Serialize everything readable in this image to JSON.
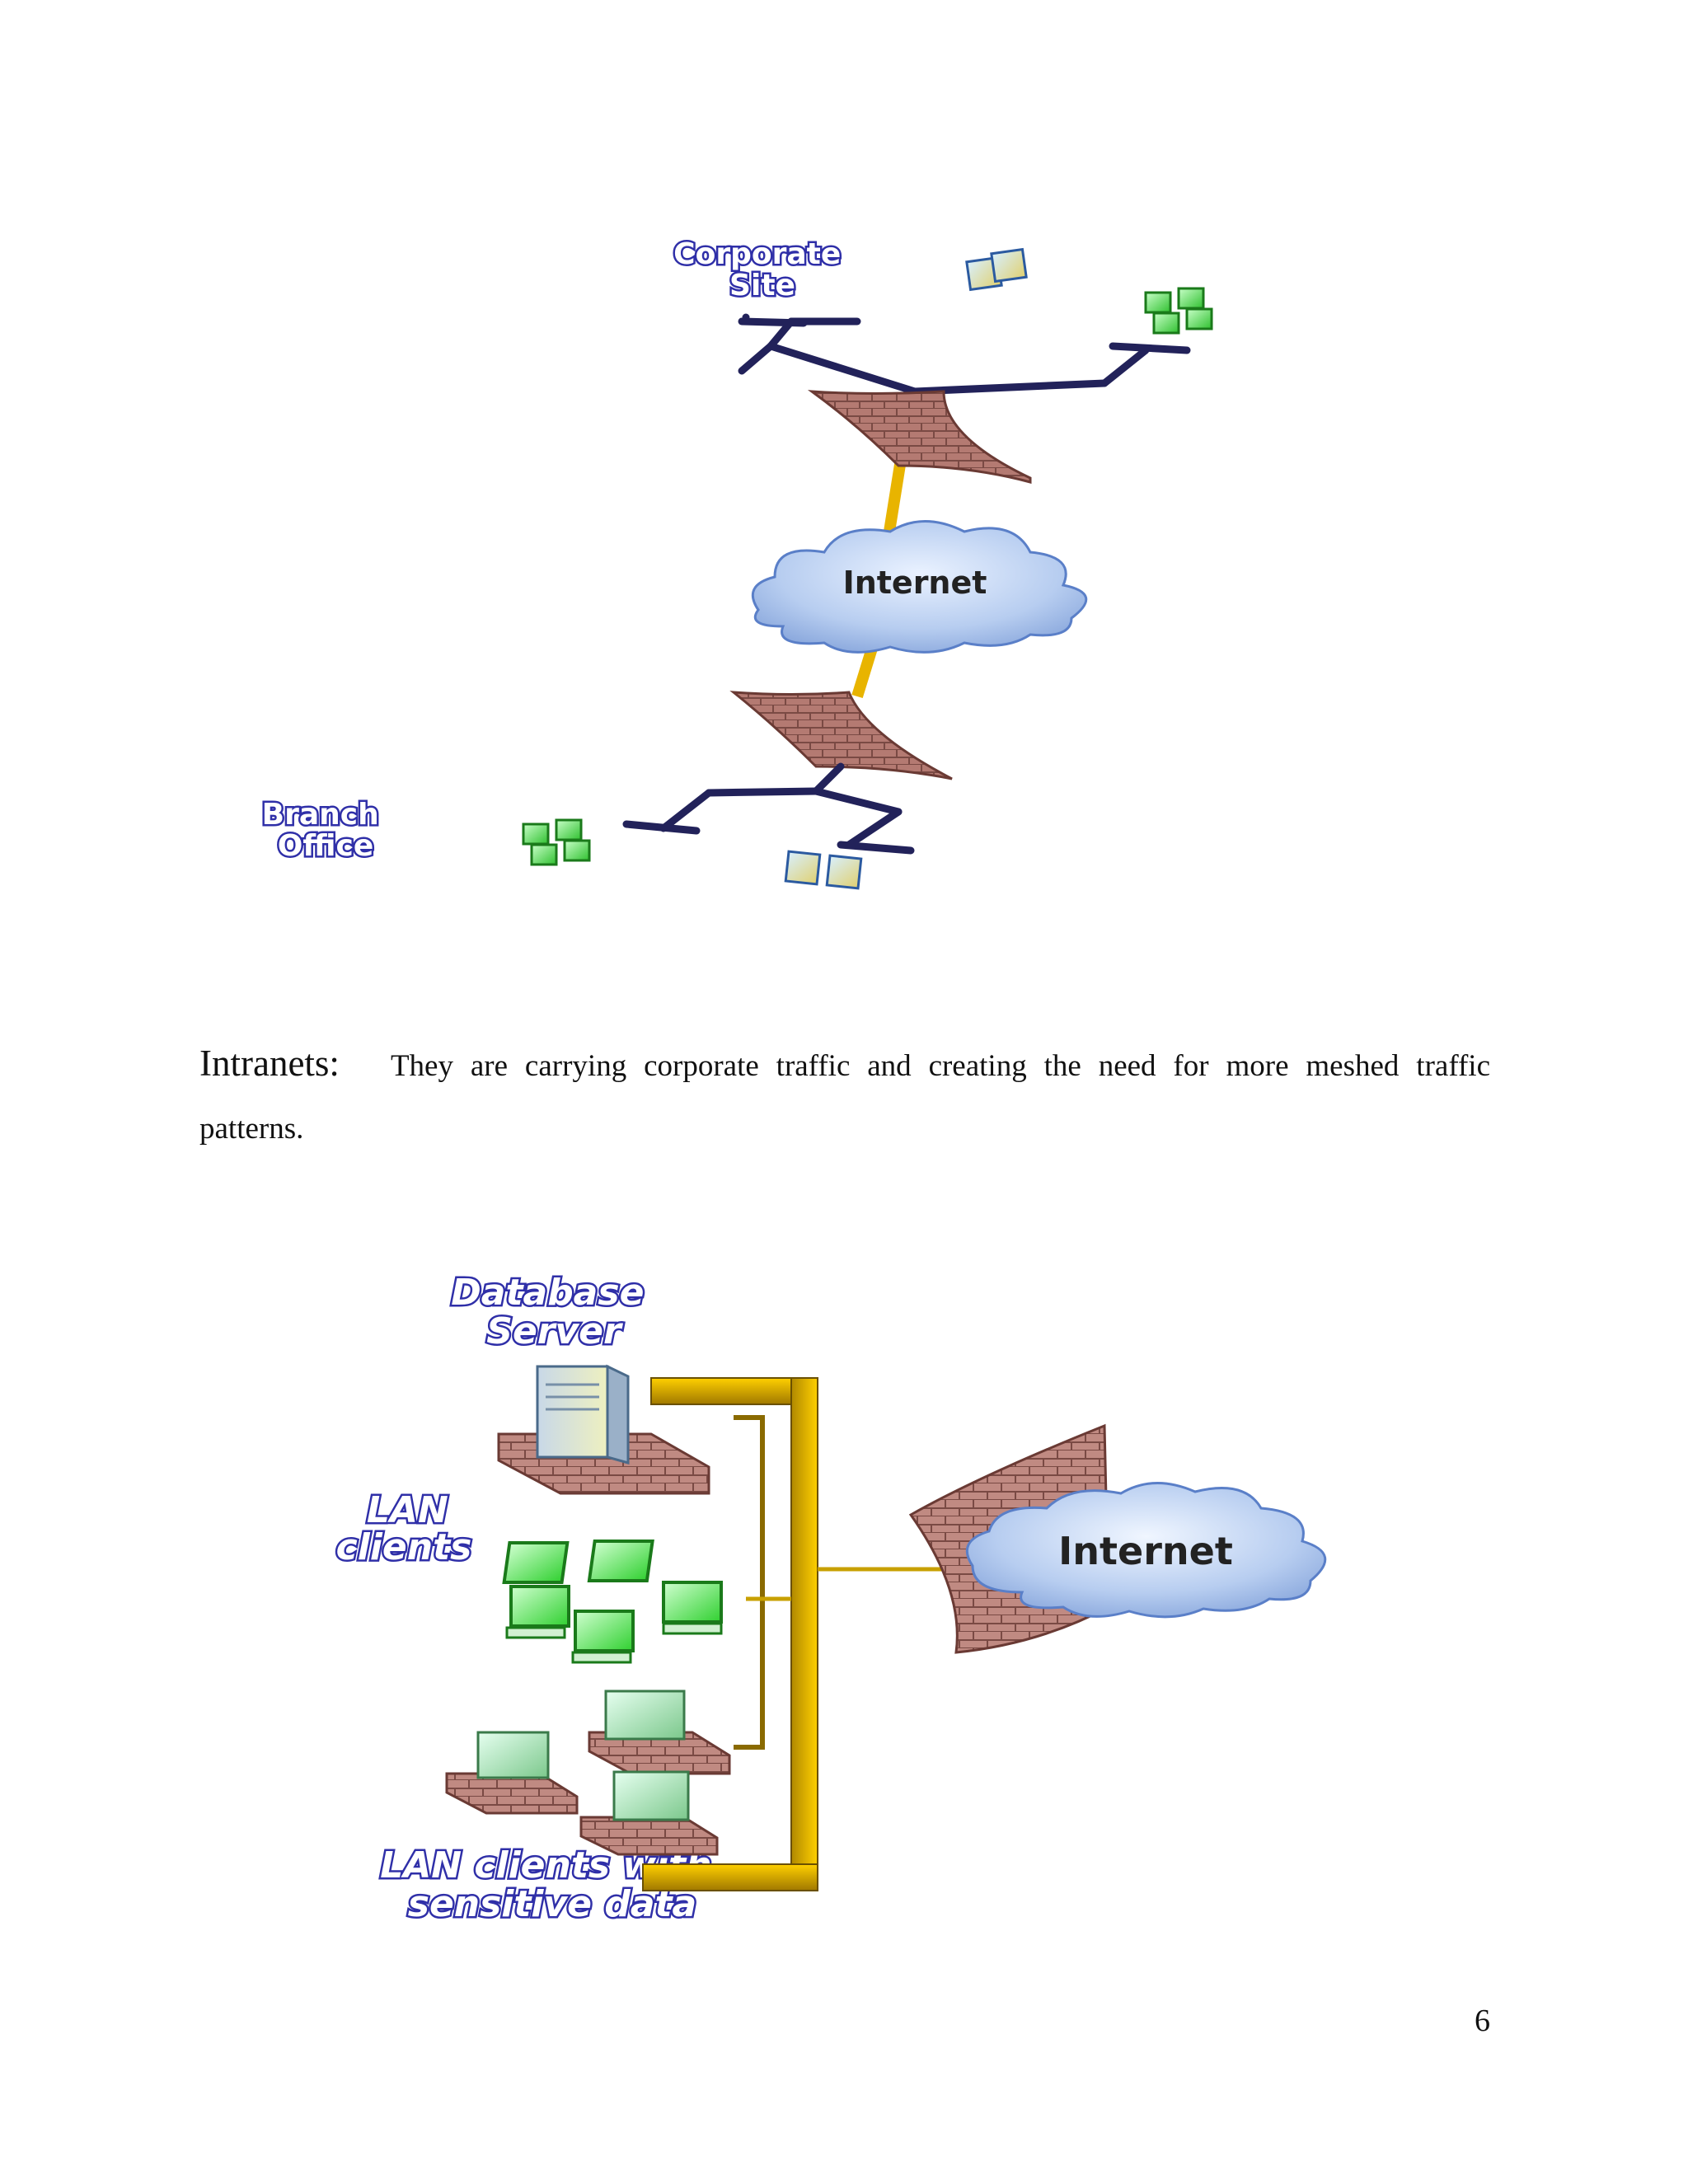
{
  "top_diagram": {
    "corporate_site_label": [
      "Corporate",
      "Site"
    ],
    "branch_office_label": [
      "Branch",
      "Office"
    ],
    "cloud_label": "Internet"
  },
  "paragraph": {
    "lead": "Intranets:",
    "body_line1": "They are carrying corporate traffic and creating the need for more meshed traffic",
    "body_line2": "patterns."
  },
  "bottom_diagram": {
    "database_server_label": [
      "Database",
      "Server"
    ],
    "lan_clients_label": [
      "LAN",
      "clients"
    ],
    "sensitive_clients_label": [
      "LAN clients with",
      "sensitive data"
    ],
    "cloud_label": "Internet"
  },
  "page_number": "6",
  "colors": {
    "label_outline": "#2f2fa8",
    "brick": "#b47a72",
    "trunk_gold": "#e8b400",
    "network_line": "#22225a",
    "cloud": "#b7cdf0"
  }
}
